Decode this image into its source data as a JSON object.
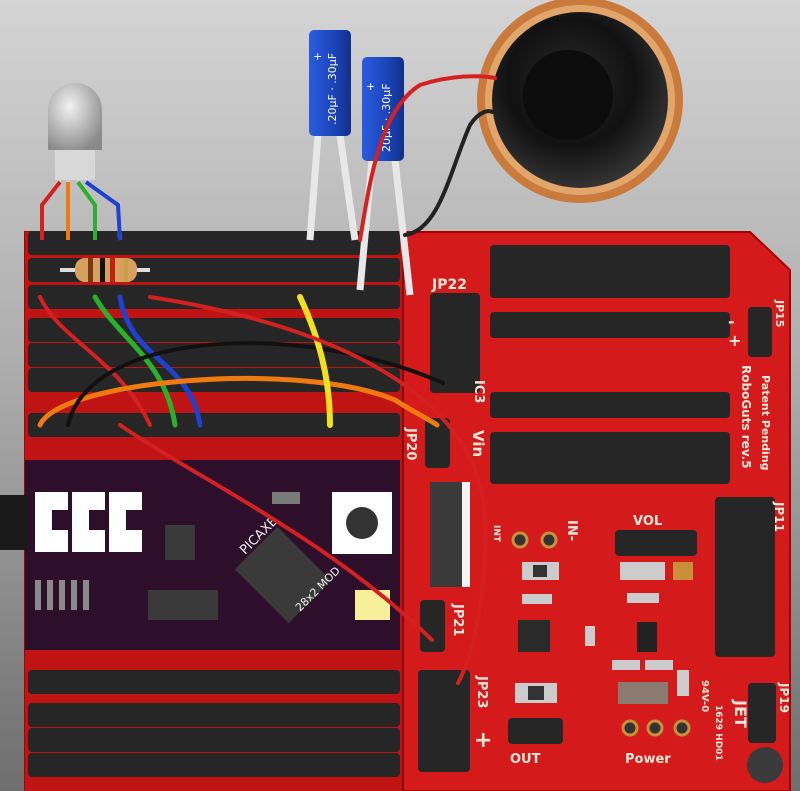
{
  "colors": {
    "board": "#d41a1a",
    "protoboard": "#c01414",
    "module": "#2d0f2c",
    "header": "#262626",
    "capacitor": "#1f4fc8",
    "speaker_rim": "#c97a3c",
    "gold_pad": "#f3ea9a"
  },
  "board": {
    "title": "RoboGuts rev.5",
    "patent": "Patent Pending",
    "headers": {
      "jp22": "JP22",
      "jp20": "JP20",
      "jp21": "JP21",
      "jp23": "JP23",
      "jp15": "JP15",
      "jp11": "JP11",
      "jp19": "JP19"
    },
    "ic3": "IC3",
    "vin": "Vin",
    "int": "INT",
    "in_minus": "IN-",
    "vol": "VOL",
    "out": "OUT",
    "power": "Power",
    "plus": "+",
    "minus": "-",
    "maker": "JET",
    "rating": "94V-0",
    "date_code": "1629 HD01"
  },
  "module": {
    "name": "PICAXE",
    "type": "28x2 MOD"
  },
  "capacitors": [
    {
      "label": ".20µF · .30µF"
    },
    {
      "label": "20µF · .30µF"
    }
  ]
}
